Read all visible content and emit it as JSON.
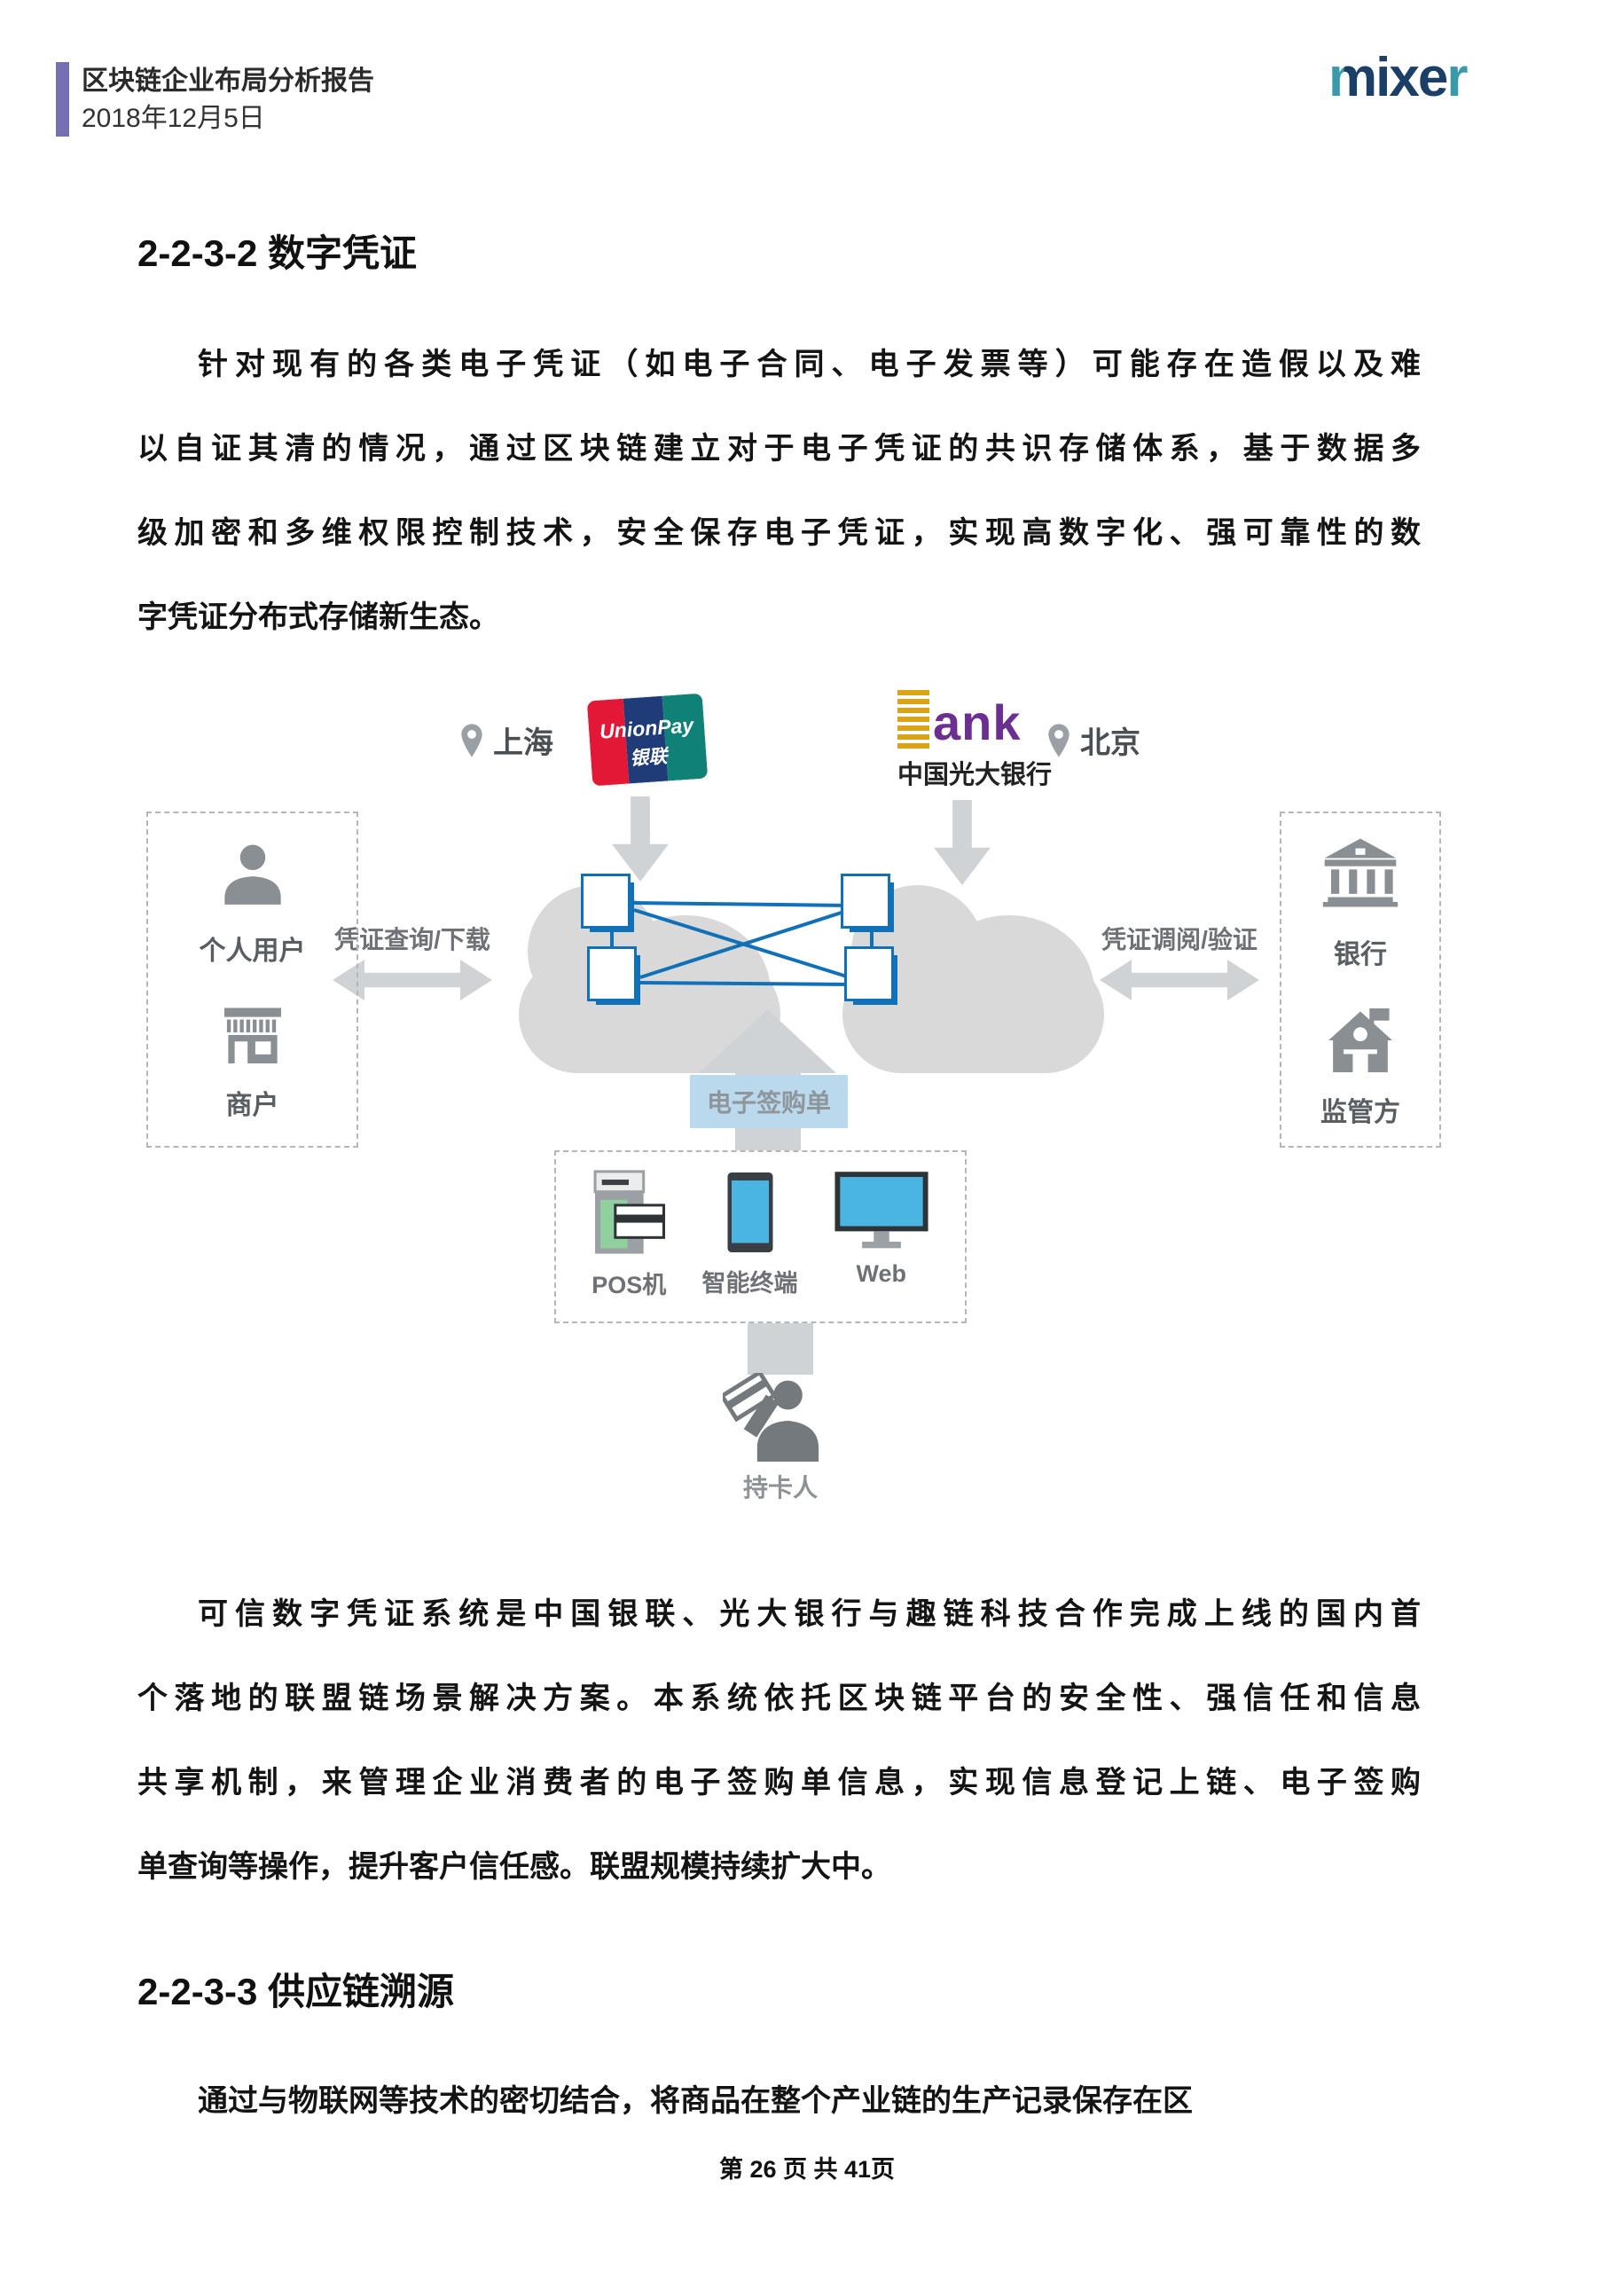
{
  "header": {
    "title": "区块链企业布局分析报告",
    "date": "2018年12月5日",
    "logo_m": "m",
    "logo_ixe": "ixe",
    "logo_r": "r"
  },
  "section1": {
    "heading": "2-2-3-2 数字凭证",
    "p1": [
      "针对现有的各类电子凭证（如电子合同、电子发票等）可能存在造假以及难",
      "以自证其清的情况，通过区块链建立对于电子凭证的共识存储体系，基于数据多",
      "级加密和多维权限控制技术，安全保存电子凭证，实现高数字化、强可靠性的数",
      "字凭证分布式存储新生态。"
    ],
    "p2": [
      "可信数字凭证系统是中国银联、光大银行与趣链科技合作完成上线的国内首",
      "个落地的联盟链场景解决方案。本系统依托区块链平台的安全性、强信任和信息",
      "共享机制，来管理企业消费者的电子签购单信息，实现信息登记上链、电子签购",
      "单查询等操作，提升客户信任感。联盟规模持续扩大中。"
    ]
  },
  "section2": {
    "heading": "2-2-3-3 供应链溯源",
    "p1": [
      "通过与物联网等技术的密切结合，将商品在整个产业链的生产记录保存在区"
    ]
  },
  "diagram": {
    "shanghai": "上海",
    "beijing": "北京",
    "unionpay_line1": "UnionPay",
    "unionpay_line2": "银联",
    "bank_logo_text": "ank",
    "bank_name": "中国光大银行",
    "left_arrow_label": "凭证查询/下载",
    "right_arrow_label": "凭证调阅/验证",
    "personal_user": "个人用户",
    "merchant": "商户",
    "bank": "银行",
    "regulator": "监管方",
    "receipt": "电子签购单",
    "pos": "POS机",
    "terminal": "智能终端",
    "web": "Web",
    "cardholder": "持卡人",
    "block_letter": "B"
  },
  "footer": {
    "page": "第 26 页 共 41页"
  },
  "colors": {
    "accent_purple": "#7570b2",
    "node_blue": "#1070b8",
    "cloud_gray": "#d9d9d9",
    "arrow_gray": "#d0d3d5",
    "icon_gray": "#8a8f94",
    "receipt_blue": "#bad9ed",
    "screen_cyan": "#49b5e0",
    "pos_green": "#90cf9e",
    "unionpay_red": "#e21836",
    "unionpay_navy": "#1f3c78",
    "unionpay_teal": "#108177",
    "everbright_gold": "#d9a417",
    "everbright_purple": "#6b2e91",
    "logo_navy": "#1b3f66",
    "logo_teal": "#3a9aaa"
  }
}
